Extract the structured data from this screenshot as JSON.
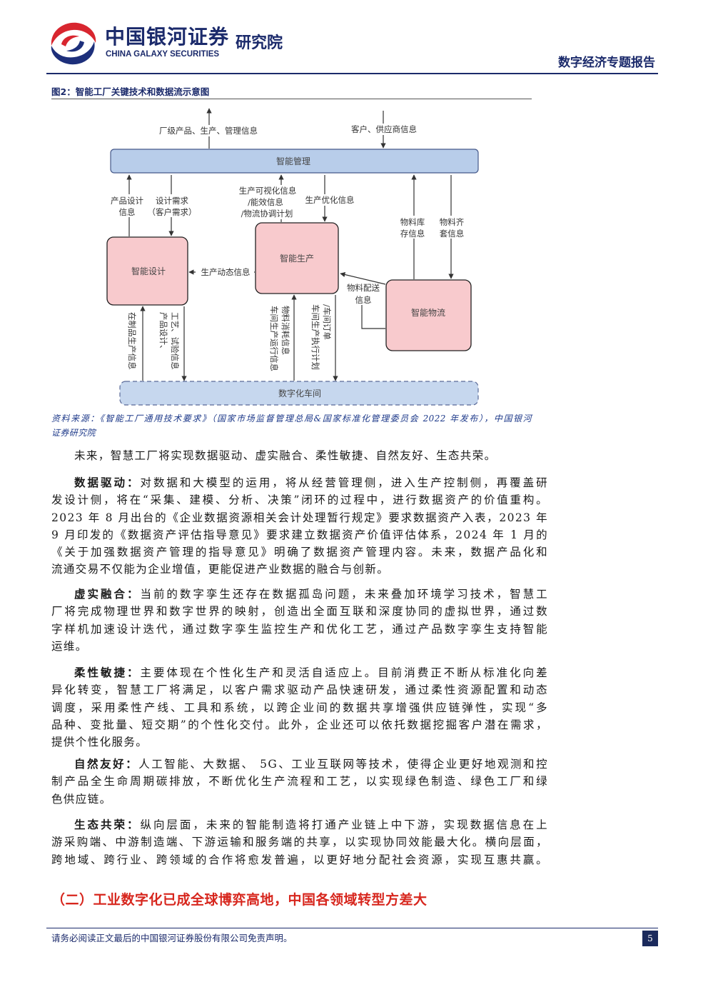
{
  "header": {
    "logo_icon": "china-galaxy-swirl-logo",
    "brand_cn": "中国银河证券",
    "brand_en": "CHINA GALAXY SECURITIES",
    "institute": "研究院",
    "report_type": "数字经济专题报告"
  },
  "figure": {
    "caption": "图2：智能工厂关键技术和数据流示意图",
    "nodes": {
      "management": "智能管理",
      "design": "智能设计",
      "production": "智能生产",
      "logistics": "智能物流",
      "workshop": "数字化车间"
    },
    "flows": {
      "plant_info": "厂级产品、生产、管理信息",
      "customer_supplier_info": "客户、供应商信息",
      "design_info": [
        "产品设计",
        "信息"
      ],
      "design_demand": [
        "设计需求",
        "（客户需求）"
      ],
      "production_visual": [
        "生产可视化信息",
        "/能效信息",
        "/物流协调计划"
      ],
      "production_optimize": "生产优化信息",
      "material_stock": [
        "物料库",
        "存信息"
      ],
      "material_kit": [
        "物料齐",
        "套信息"
      ],
      "production_dynamic": "生产动态信息",
      "material_delivery": [
        "物料配送",
        "信息"
      ],
      "wip_info": "在制品生产信息",
      "design_process_test": [
        "产品设计、",
        "工艺、试验信息"
      ],
      "workshop_running": [
        "车间生产运行信息",
        "物料消耗信息"
      ],
      "workshop_plan": [
        "车间生产执行计划",
        "/车间订单"
      ]
    },
    "source_lines": [
      "资料来源：《智能工厂通用技术要求》（国家市场监督管理总局&国家标准化管理委员会 2022 年发布），中国银河",
      "证券研究院"
    ]
  },
  "body": {
    "intro": "未来，智慧工厂将实现数据驱动、虚实融合、柔性敏捷、自然友好、生态共荣。",
    "paragraphs": [
      {
        "lead": "数据驱动：",
        "lines": [
          "对数据和大模型的运用，将从经营管理侧，进入生产控制侧，再覆盖研",
          "发设计侧，将在“采集、建模、分析、决策”闭环的过程中，进行数据资产的价值重构。",
          "2023 年 8 月出台的《企业数据资源相关会计处理暂行规定》要求数据资产入表，2023 年",
          "9 月印发的《数据资产评估指导意见》要求建立数据资产价值评估体系，2024 年 1 月的",
          "《关于加强数据资产管理的指导意见》明确了数据资产管理内容。未来，数据产品化和",
          "流通交易不仅能为企业增值，更能促进产业数据的融合与创新。"
        ]
      },
      {
        "lead": "虚实融合：",
        "lines": [
          "当前的数字孪生还存在数据孤岛问题，未来叠加环境学习技术，智慧工",
          "厂将完成物理世界和数字世界的映射，创造出全面互联和深度协同的虚拟世界，通过数",
          "字样机加速设计迭代，通过数字孪生监控生产和优化工艺，通过产品数字孪生支持智能",
          "运维。"
        ]
      },
      {
        "lead": "柔性敏捷：",
        "lines": [
          "主要体现在个性化生产和灵活自适应上。目前消费正不断从标准化向差",
          "异化转变，智慧工厂将满足，以客户需求驱动产品快速研发，通过柔性资源配置和动态",
          "调度，采用柔性产线、工具和系统，以跨企业间的数据共享增强供应链弹性，实现“多",
          "品种、变批量、短交期”的个性化交付。此外，企业还可以依托数据挖掘客户潜在需求，",
          "提供个性化服务。"
        ]
      },
      {
        "lead": "自然友好：",
        "lines": [
          "人工智能、大数据、 5G、工业互联网等技术，使得企业更好地观测和控",
          "制产品全生命周期碳排放，不断优化生产流程和工艺，以实现绿色制造、绿色工厂和绿",
          "色供应链。"
        ]
      },
      {
        "lead": "生态共荣：",
        "lines": [
          "纵向层面，未来的智能制造将打通产业链上中下游，实现数据信息在上",
          "游采购端、中游制造端、下游运输和服务端的共享，以实现协同效能最大化。横向层面，",
          "跨地域、跨行业、跨领域的合作将愈发普遍，以更好地分配社会资源，实现互惠共赢。"
        ]
      }
    ]
  },
  "section_heading": "（二）工业数字化已成全球博弈高地，中国各领域转型方差大",
  "footer": {
    "disclaimer": "请务必阅读正文最后的中国银河证券股份有限公司免责声明。",
    "page_number": "5"
  },
  "colors": {
    "brand_navy": "#1b2a6b",
    "brand_red": "#d8262f",
    "heading_red": "#d7261d",
    "management_fill": "#b8cdea",
    "node_fill": "#f8cacd",
    "workshop_fill": "#c6d7ee",
    "source_text": "#1e3a8a"
  }
}
